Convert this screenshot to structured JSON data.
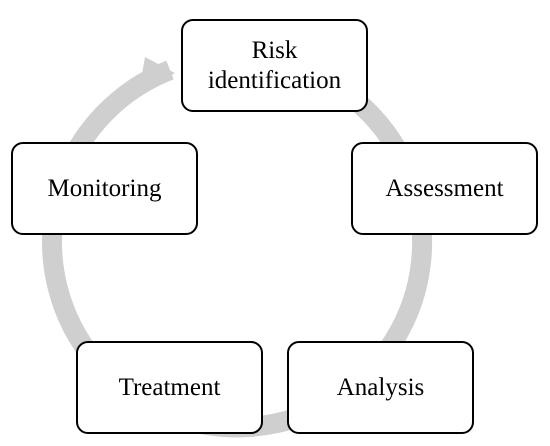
{
  "diagram": {
    "nodes": [
      {
        "id": "risk-identification",
        "label": "Risk\nidentification"
      },
      {
        "id": "assessment",
        "label": "Assessment"
      },
      {
        "id": "analysis",
        "label": "Analysis"
      },
      {
        "id": "treatment",
        "label": "Treatment"
      },
      {
        "id": "monitoring",
        "label": "Monitoring"
      }
    ],
    "arrow_color": "#cfcfcf",
    "box_border_color": "#000000"
  }
}
